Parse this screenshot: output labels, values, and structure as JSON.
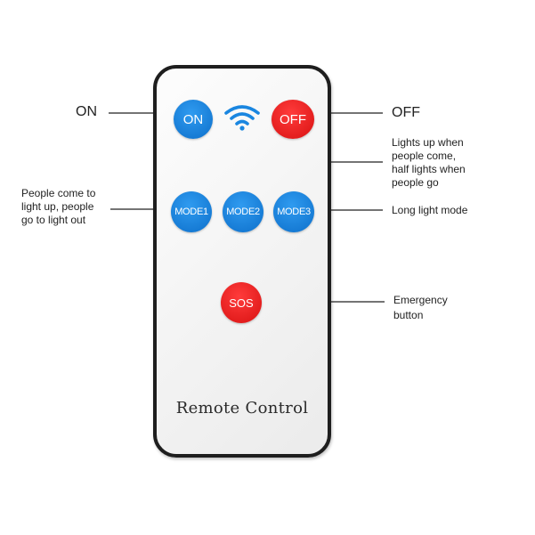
{
  "remote": {
    "title": "Remote Control",
    "buttons": {
      "on": "ON",
      "off": "OFF",
      "mode1": "MODE1",
      "mode2": "MODE2",
      "mode3": "MODE3",
      "sos": "SOS"
    },
    "signal_icon": "wifi-icon"
  },
  "callouts": {
    "on": "ON",
    "off": "OFF",
    "mode1": [
      "People come to",
      "light up, people",
      "go to light out"
    ],
    "mode2": [
      "Lights up when",
      "people come,",
      "half lights when",
      "people go"
    ],
    "mode3": "Long light mode",
    "sos": [
      "Emergency",
      "button"
    ]
  },
  "colors": {
    "blue_button": "#1a86e0",
    "red_button": "#e82222",
    "remote_border": "#1e1e1e",
    "leader_line": "#222222"
  }
}
